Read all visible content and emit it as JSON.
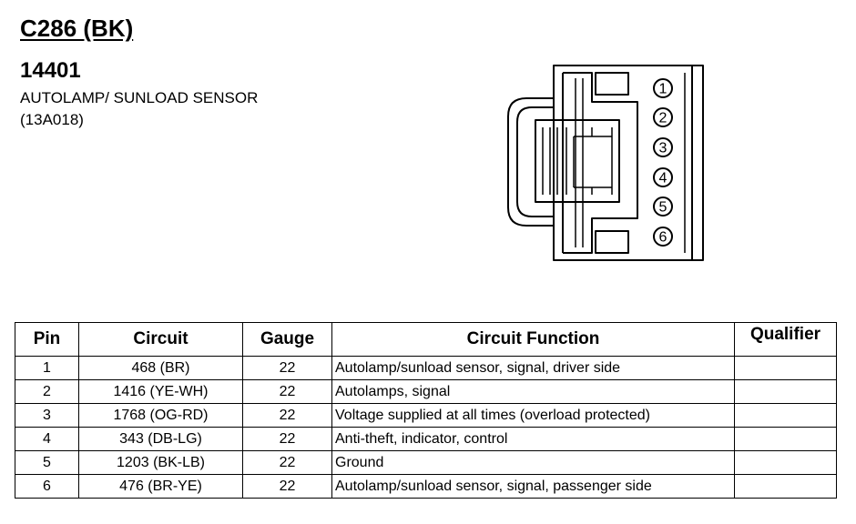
{
  "header": {
    "connector_id": "C286 (BK)",
    "part_number": "14401",
    "component_name": "AUTOLAMP/ SUNLOAD SENSOR",
    "component_code": "(13A018)"
  },
  "diagram": {
    "pin_labels": [
      "1",
      "2",
      "3",
      "4",
      "5",
      "6"
    ]
  },
  "table": {
    "headers": {
      "pin": "Pin",
      "circuit": "Circuit",
      "gauge": "Gauge",
      "function": "Circuit Function",
      "qualifier": "Qualifier"
    },
    "rows": [
      {
        "pin": "1",
        "circuit": "468 (BR)",
        "gauge": "22",
        "function": "Autolamp/sunload sensor, signal, driver side",
        "qualifier": ""
      },
      {
        "pin": "2",
        "circuit": "1416 (YE-WH)",
        "gauge": "22",
        "function": "Autolamps, signal",
        "qualifier": ""
      },
      {
        "pin": "3",
        "circuit": "1768 (OG-RD)",
        "gauge": "22",
        "function": "Voltage supplied at all times (overload protected)",
        "qualifier": ""
      },
      {
        "pin": "4",
        "circuit": "343 (DB-LG)",
        "gauge": "22",
        "function": "Anti-theft, indicator, control",
        "qualifier": ""
      },
      {
        "pin": "5",
        "circuit": "1203 (BK-LB)",
        "gauge": "22",
        "function": "Ground",
        "qualifier": ""
      },
      {
        "pin": "6",
        "circuit": "476 (BR-YE)",
        "gauge": "22",
        "function": "Autolamp/sunload sensor, signal, passenger side",
        "qualifier": ""
      }
    ]
  }
}
